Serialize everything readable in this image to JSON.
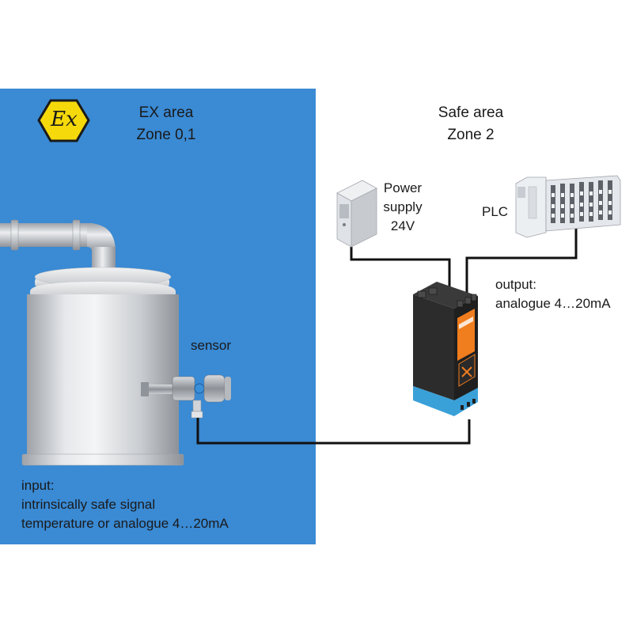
{
  "ex_area": {
    "title": "EX area",
    "zone": "Zone 0,1",
    "symbol_text": "Ex",
    "background_color": "#3a8ad4",
    "symbol_color": "#f5d90a"
  },
  "safe_area": {
    "title": "Safe area",
    "zone": "Zone 2"
  },
  "power_supply": {
    "line1": "Power",
    "line2": "supply",
    "line3": "24V"
  },
  "plc": {
    "label": "PLC"
  },
  "output": {
    "line1": "output:",
    "line2": "analogue 4…20mA"
  },
  "sensor": {
    "label": "sensor"
  },
  "input": {
    "line1": "input:",
    "line2": "intrinsically safe signal",
    "line3": "temperature or analogue 4…20mA"
  },
  "device": {
    "accent_color": "#f07d1e",
    "base_color": "#3aa0d8"
  }
}
